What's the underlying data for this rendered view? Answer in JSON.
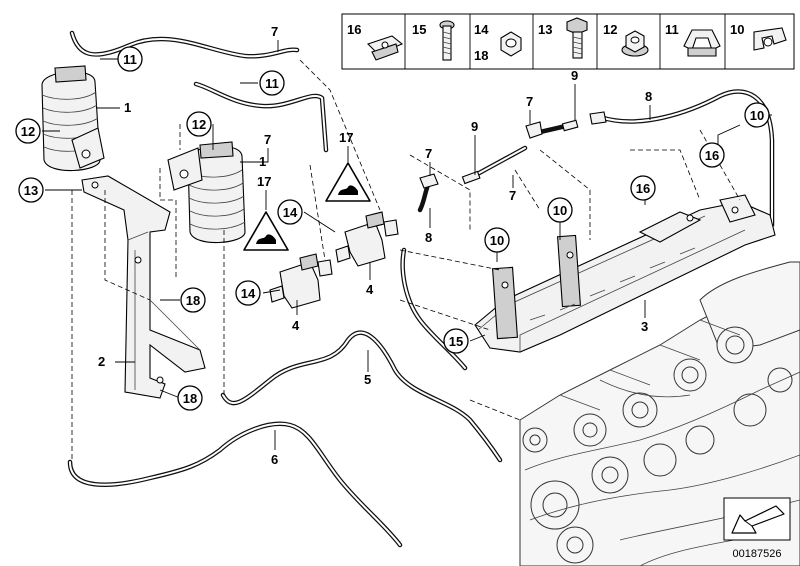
{
  "legend_strip": {
    "cells": [
      {
        "id": "cell-16",
        "labels": [
          "16"
        ],
        "icon": "clip-nut-icon"
      },
      {
        "id": "cell-15",
        "labels": [
          "15"
        ],
        "icon": "screw-icon"
      },
      {
        "id": "cell-14-18",
        "labels": [
          "14",
          "18"
        ],
        "icon": "hex-nut-icon"
      },
      {
        "id": "cell-13",
        "labels": [
          "13"
        ],
        "icon": "hex-bolt-icon"
      },
      {
        "id": "cell-12",
        "labels": [
          "12"
        ],
        "icon": "collar-nut-icon"
      },
      {
        "id": "cell-11",
        "labels": [
          "11"
        ],
        "icon": "hose-clip-icon"
      },
      {
        "id": "cell-10",
        "labels": [
          "10"
        ],
        "icon": "holder-clip-icon"
      }
    ]
  },
  "callouts": {
    "plain": [
      {
        "id": "p1a",
        "text": "1"
      },
      {
        "id": "p1b",
        "text": "1"
      },
      {
        "id": "p2",
        "text": "2"
      },
      {
        "id": "p3",
        "text": "3"
      },
      {
        "id": "p4a",
        "text": "4"
      },
      {
        "id": "p4b",
        "text": "4"
      },
      {
        "id": "p5",
        "text": "5"
      },
      {
        "id": "p6",
        "text": "6"
      },
      {
        "id": "p7a",
        "text": "7"
      },
      {
        "id": "p7b",
        "text": "7"
      },
      {
        "id": "p7c",
        "text": "7"
      },
      {
        "id": "p7d",
        "text": "7"
      },
      {
        "id": "p7e",
        "text": "7"
      },
      {
        "id": "p8a",
        "text": "8"
      },
      {
        "id": "p8b",
        "text": "8"
      },
      {
        "id": "p9a",
        "text": "9"
      },
      {
        "id": "p9b",
        "text": "9"
      },
      {
        "id": "p17a",
        "text": "17"
      },
      {
        "id": "p17b",
        "text": "17"
      }
    ],
    "circled": [
      {
        "id": "c11a",
        "text": "11"
      },
      {
        "id": "c11b",
        "text": "11"
      },
      {
        "id": "c12a",
        "text": "12"
      },
      {
        "id": "c12b",
        "text": "12"
      },
      {
        "id": "c13",
        "text": "13"
      },
      {
        "id": "c14a",
        "text": "14"
      },
      {
        "id": "c14b",
        "text": "14"
      },
      {
        "id": "c15",
        "text": "15"
      },
      {
        "id": "c16a",
        "text": "16"
      },
      {
        "id": "c16b",
        "text": "16"
      },
      {
        "id": "c10a",
        "text": "10"
      },
      {
        "id": "c10b",
        "text": "10"
      },
      {
        "id": "c10c",
        "text": "10"
      },
      {
        "id": "c18a",
        "text": "18"
      },
      {
        "id": "c18b",
        "text": "18"
      }
    ]
  },
  "footer": {
    "catalog_number": "00187526",
    "direction_icon": "arrow-down-left-icon"
  }
}
